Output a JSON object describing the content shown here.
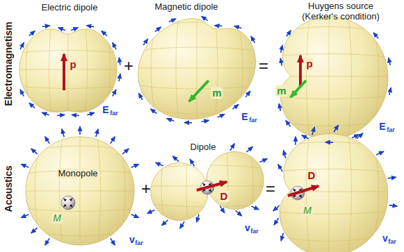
{
  "diagram": {
    "labels": [
      "Electromagnetism",
      "Acoustics",
      "Electric dipole",
      "Magnetic dipole",
      "Huygens source (Kerker's condition)",
      "p",
      "E",
      "far",
      "+",
      "m",
      "E",
      "far",
      "=",
      "p",
      "m",
      "E",
      "far",
      "Monopole",
      "M",
      "v",
      "far",
      "+",
      "Dipole",
      "D",
      "v",
      "far",
      "=",
      "D",
      "M",
      "v",
      "far"
    ]
  }
}
